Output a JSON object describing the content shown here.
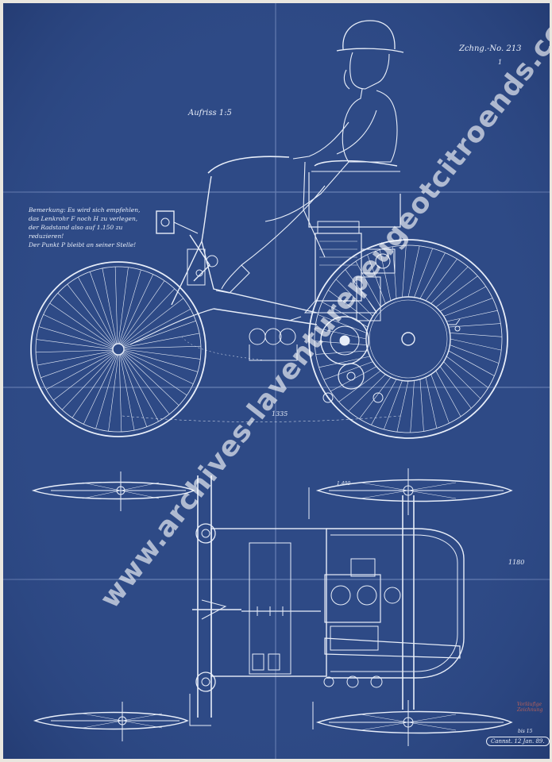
{
  "sheet": {
    "title": "Aufriss 1:5",
    "drawing_number": "Zchng.-No. 213",
    "page_marker": "1",
    "note_lines": [
      "Bemerkung: Es wird sich empfehlen,",
      "das Lenkrohr F noch H zu verlegen,",
      "der Radstand also auf 1.150 zu reduzieren!",
      "Der Punkt P bleibt an seiner Stelle!"
    ],
    "dimensions": {
      "wheelbase": "1335",
      "track": "1180",
      "front": "1.400"
    },
    "stamp_text": "Cannst. 12 Jan. 89.",
    "stamp_small": "bis 15",
    "red_annotation": "Vorläufige Zeichnung"
  },
  "watermark": "www.archives-laventurepeugeotcitroends.com",
  "colors": {
    "paper": "#2e4a86",
    "lines": "#e8eef9",
    "border": "#e9e6df"
  }
}
